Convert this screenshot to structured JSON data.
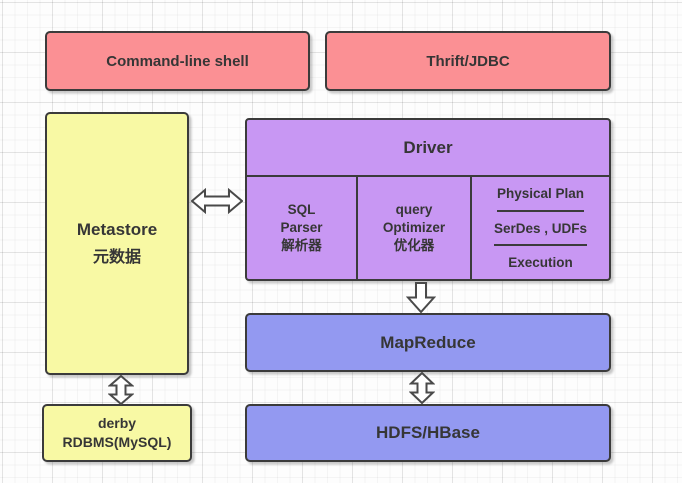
{
  "nodes": {
    "cmd_shell": {
      "label": "Command-line shell"
    },
    "thrift": {
      "label": "Thrift/JDBC"
    },
    "metastore": {
      "lines": [
        "Metastore",
        "元数据"
      ]
    },
    "driver": {
      "label": "Driver"
    },
    "sql_parser": {
      "lines": [
        "SQL",
        "Parser",
        "解析器"
      ]
    },
    "query_optimizer": {
      "lines": [
        "query",
        "Optimizer",
        "优化器"
      ]
    },
    "physical_plan": {
      "label": "Physical Plan"
    },
    "serdes_udfs": {
      "label": "SerDes , UDFs"
    },
    "execution": {
      "label": "Execution"
    },
    "mapreduce": {
      "label": "MapReduce"
    },
    "hdfs_hbase": {
      "label": "HDFS/HBase"
    },
    "derby": {
      "lines": [
        "derby",
        "RDBMS(MySQL)"
      ]
    }
  },
  "connections": [
    {
      "from": "metastore",
      "to": "driver",
      "type": "bidirectional-horizontal"
    },
    {
      "from": "driver",
      "to": "mapreduce",
      "type": "down"
    },
    {
      "from": "mapreduce",
      "to": "hdfs_hbase",
      "type": "bidirectional-vertical"
    },
    {
      "from": "metastore",
      "to": "derby",
      "type": "bidirectional-vertical"
    }
  ],
  "colors": {
    "client_box": "#fb9094",
    "metadata_box": "#f8f9a4",
    "driver_box": "#c897f3",
    "compute_box": "#9399f1",
    "border": "#3b3b3b",
    "text": "#363636",
    "arrow_fill": "#ffffff",
    "canvas_bg": "#fdfdfd"
  }
}
